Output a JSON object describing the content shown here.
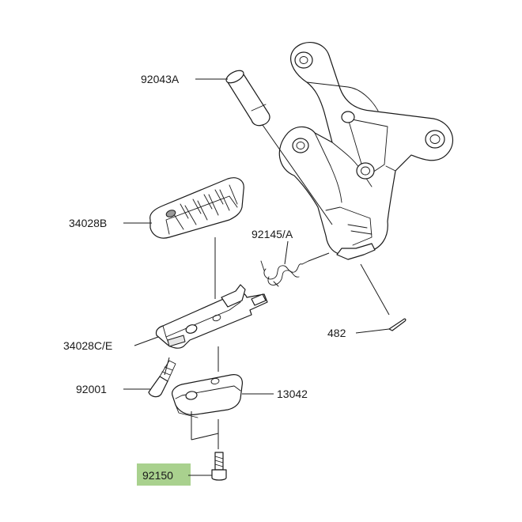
{
  "diagram": {
    "highlight_color": "#a9d18e",
    "parts": [
      {
        "id": "p1",
        "label": "92043A",
        "highlighted": false
      },
      {
        "id": "p2",
        "label": "34028B",
        "highlighted": false
      },
      {
        "id": "p3",
        "label": "92145/A",
        "highlighted": false
      },
      {
        "id": "p4",
        "label": "482",
        "highlighted": false
      },
      {
        "id": "p5",
        "label": "34028C/E",
        "highlighted": false
      },
      {
        "id": "p6",
        "label": "92001",
        "highlighted": false
      },
      {
        "id": "p7",
        "label": "13042",
        "highlighted": false
      },
      {
        "id": "p8",
        "label": "92150",
        "highlighted": true
      }
    ]
  }
}
